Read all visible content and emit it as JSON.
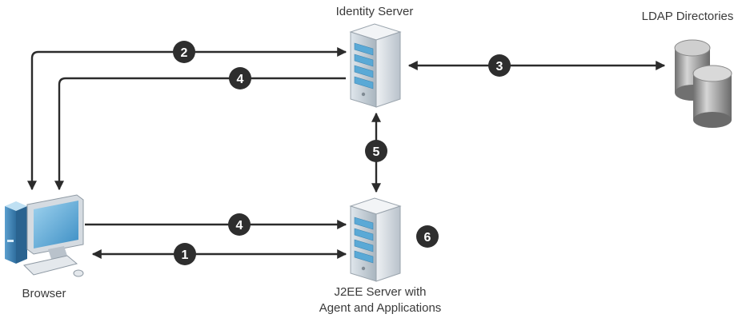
{
  "nodes": {
    "identity_server": {
      "label": "Identity Server"
    },
    "ldap": {
      "label": "LDAP Directories"
    },
    "browser": {
      "label": "Browser"
    },
    "j2ee": {
      "label_line1": "J2EE Server with",
      "label_line2": "Agent and Applications"
    }
  },
  "steps": [
    {
      "number": "1"
    },
    {
      "number": "2"
    },
    {
      "number": "3"
    },
    {
      "number": "4"
    },
    {
      "number": "4"
    },
    {
      "number": "5"
    },
    {
      "number": "6"
    }
  ],
  "colors": {
    "arrow": "#2b2b2b",
    "badge": "#2e2e2e",
    "server_accent": "#5aa9d6",
    "database": "#9a9a9a"
  }
}
